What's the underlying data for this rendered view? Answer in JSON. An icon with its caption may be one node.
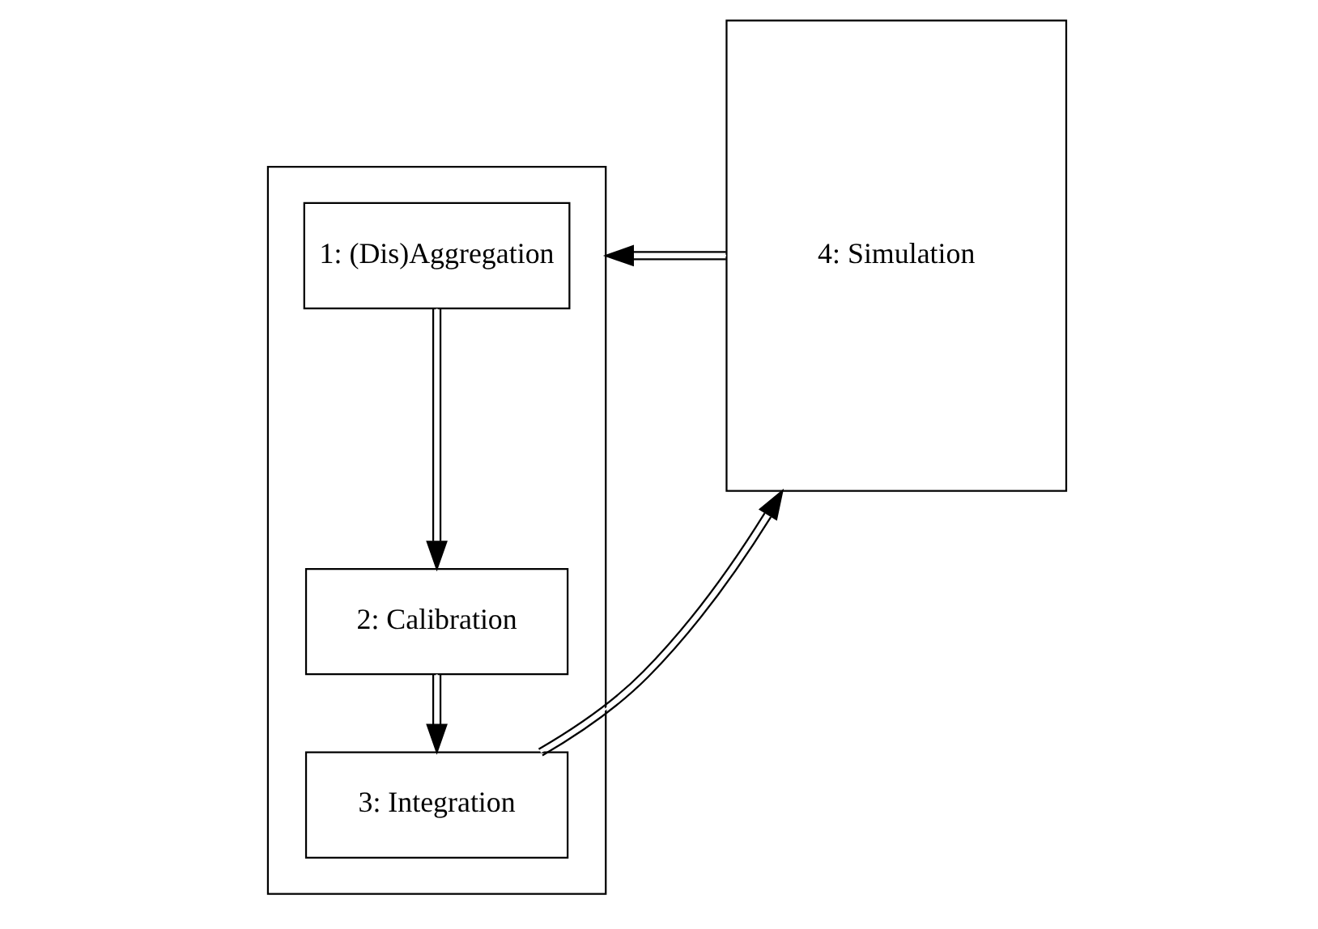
{
  "diagram": {
    "nodes": [
      {
        "text": [],
        "shape": "box"
      },
      {
        "text": [
          "1: (Dis)Aggregation"
        ],
        "in": 0
      },
      {
        "text": [
          "2: Calibration"
        ],
        "in": 0
      },
      {
        "text": [
          "3: Integration"
        ],
        "in": 0
      },
      {
        "text": [
          "4: Simulation"
        ]
      }
    ],
    "edges": [
      {
        "from": 1,
        "to": 2,
        "arrow": "to"
      },
      {
        "from": 2,
        "to": 3,
        "arrow": "to"
      },
      {
        "from": 3,
        "to": 4,
        "arrow": "to"
      },
      {
        "from": 4,
        "to": 0,
        "arrow": "to"
      }
    ]
  }
}
